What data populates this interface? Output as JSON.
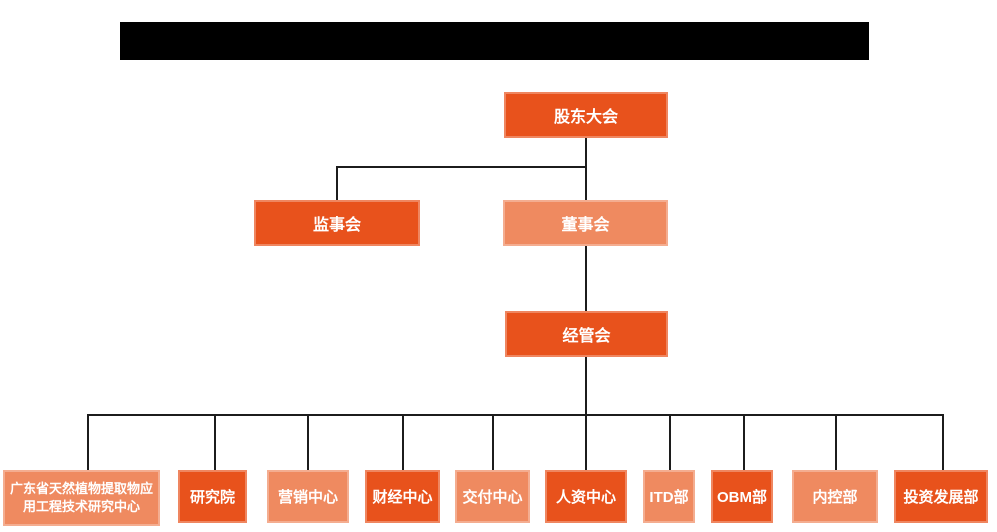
{
  "redacted_title_bar": {
    "label": ""
  },
  "org_chart": {
    "nodes": {
      "shareholders": {
        "label": "股东大会"
      },
      "supervisors": {
        "label": "监事会"
      },
      "directors": {
        "label": "董事会"
      },
      "management": {
        "label": "经管会"
      }
    },
    "departments": [
      {
        "label": "广东省天然植物提取物应用工程技术研究中心"
      },
      {
        "label": "研究院"
      },
      {
        "label": "营销中心"
      },
      {
        "label": "财经中心"
      },
      {
        "label": "交付中心"
      },
      {
        "label": "人资中心"
      },
      {
        "label": "ITD部"
      },
      {
        "label": "OBM部"
      },
      {
        "label": "内控部"
      },
      {
        "label": "投资发展部"
      }
    ],
    "colors": {
      "primary_box": "#E8521C",
      "secondary_box": "#EF8A60",
      "box_text": "#FFFFFF",
      "connector_line": "#1C1C1C",
      "redaction_bar": "#000000",
      "background": "#FFFFFF"
    }
  }
}
